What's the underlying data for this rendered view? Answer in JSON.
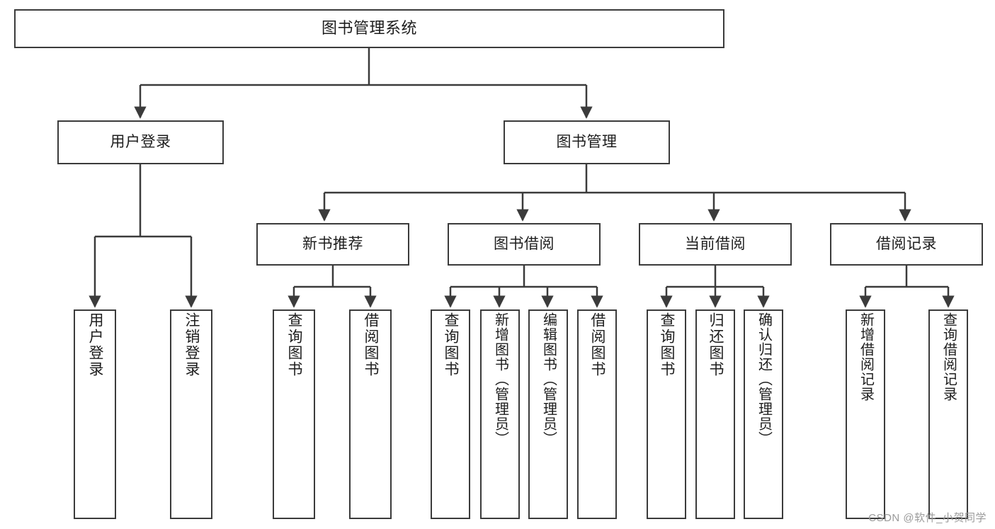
{
  "diagram": {
    "title": "图书管理系统",
    "type": "tree-hierarchy-chart",
    "watermark": "CSDN @软件_小贺同学",
    "colors": {
      "border": "#3b3b3b",
      "connector": "#3b3b3b",
      "background": "#ffffff",
      "text": "#1d1d1d",
      "watermark": "#9a9a9a"
    },
    "root": {
      "label": "图书管理系统"
    },
    "level2": [
      {
        "label": "用户登录"
      },
      {
        "label": "图书管理"
      }
    ],
    "level3": [
      {
        "label": "新书推荐"
      },
      {
        "label": "图书借阅"
      },
      {
        "label": "当前借阅"
      },
      {
        "label": "借阅记录"
      }
    ],
    "leaves": {
      "user_login": [
        {
          "label": "用户登录"
        },
        {
          "label": "注销登录"
        }
      ],
      "new_book_recommend": [
        {
          "label": "查询图书"
        },
        {
          "label": "借阅图书"
        }
      ],
      "book_borrow": [
        {
          "label": "查询图书"
        },
        {
          "label": "新增图书（管理员）"
        },
        {
          "label": "编辑图书（管理员）"
        },
        {
          "label": "借阅图书"
        }
      ],
      "current_borrow": [
        {
          "label": "查询图书"
        },
        {
          "label": "归还图书"
        },
        {
          "label": "确认归还（管理员）"
        }
      ],
      "borrow_records": [
        {
          "label": "新增借阅记录"
        },
        {
          "label": "查询借阅记录"
        }
      ]
    }
  }
}
